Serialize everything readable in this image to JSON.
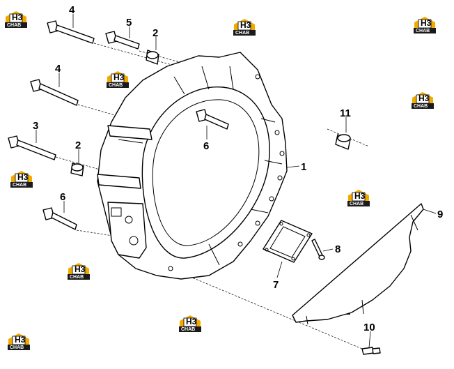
{
  "watermark": {
    "mark": "H3",
    "caption": "CHAB",
    "accent": "#f2a900"
  },
  "callouts": {
    "housing": "1",
    "spacer_upper": "2",
    "spacer_lower": "2",
    "bolt_long_lower": "3",
    "bolt_long_top": "4",
    "bolt_long_mid": "4",
    "bolt_short_top": "5",
    "bolt_inner": "6",
    "bolt_lower_left": "6",
    "cover_plate": "7",
    "plate_screw": "8",
    "shield": "9",
    "shield_bolt": "10",
    "bushing": "11"
  }
}
